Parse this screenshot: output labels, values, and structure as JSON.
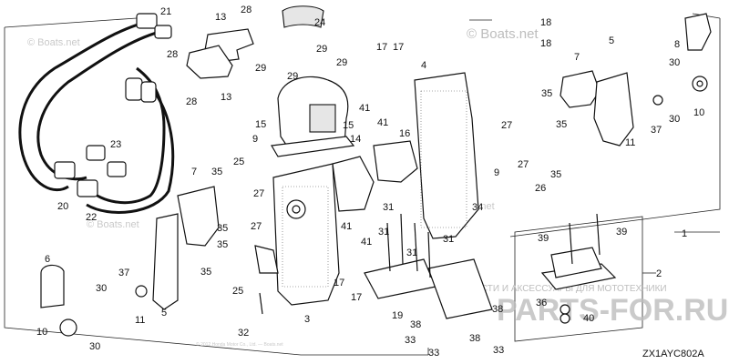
{
  "diagram_code": "ZX1AYC802A",
  "watermark_boats": "© Boats.net",
  "watermark_corner_boats": "© Boats.net",
  "watermark_ru": "ЗАПЧАСТИ И АКСЕССУАРЫ ДЛЯ МОТОТЕХНИКИ",
  "watermark_ru_site": "PARTS-FOR.RU",
  "copyright_line": "© 2012 Honda Motor Co., Ltd. — Boats.net",
  "callouts": {
    "c1": "1",
    "c2": "2",
    "c3": "3",
    "c4": "4",
    "c5a": "5",
    "c5b": "5",
    "c6": "6",
    "c7a": "7",
    "c7b": "7",
    "c8": "8",
    "c9a": "9",
    "c9b": "9",
    "c10a": "10",
    "c10b": "10",
    "c11a": "11",
    "c11b": "11",
    "c13a": "13",
    "c13b": "13",
    "c14": "14",
    "c15a": "15",
    "c15b": "15",
    "c16": "16",
    "c17a": "17",
    "c17b": "17",
    "c17c": "17",
    "c17d": "17",
    "c18a": "18",
    "c18b": "18",
    "c19": "19",
    "c20": "20",
    "c21": "21",
    "c22": "22",
    "c23": "23",
    "c24": "24",
    "c25a": "25",
    "c25b": "25",
    "c26": "26",
    "c27a": "27",
    "c27b": "27",
    "c27c": "27",
    "c27d": "27",
    "c28a": "28",
    "c28b": "28",
    "c28c": "28",
    "c29a": "29",
    "c29b": "29",
    "c29c": "29",
    "c29d": "29",
    "c30a": "30",
    "c30b": "30",
    "c30c": "30",
    "c30d": "30",
    "c31a": "31",
    "c31b": "31",
    "c31c": "31",
    "c31d": "31",
    "c32": "32",
    "c33a": "33",
    "c33b": "33",
    "c33c": "33",
    "c34": "34",
    "c35a": "35",
    "c35b": "35",
    "c35c": "35",
    "c35d": "35",
    "c35e": "35",
    "c35f": "35",
    "c35g": "35",
    "c36": "36",
    "c37a": "37",
    "c37b": "37",
    "c38a": "38",
    "c38b": "38",
    "c38c": "38",
    "c39a": "39",
    "c39b": "39",
    "c40": "40",
    "c41a": "41",
    "c41b": "41",
    "c41c": "41",
    "c41d": "41"
  }
}
